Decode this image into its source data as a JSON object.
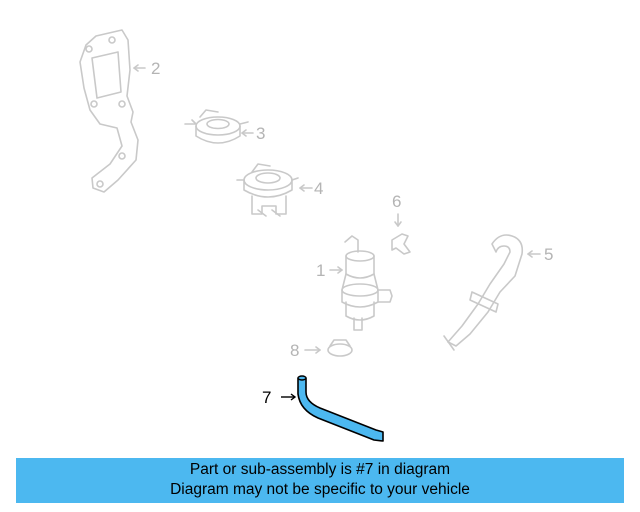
{
  "diagram": {
    "callouts": {
      "part_1": "1",
      "part_2": "2",
      "part_3": "3",
      "part_4": "4",
      "part_5": "5",
      "part_6": "6",
      "part_7": "7",
      "part_8": "8"
    },
    "highlight_part": "7",
    "highlight_color": "#4cb8f0",
    "muted_color": "#c9c9c9"
  },
  "banner": {
    "line1": "Part or sub-assembly is #7 in diagram",
    "line2": "Diagram may not be specific to your vehicle",
    "background": "#4cb8f0"
  }
}
